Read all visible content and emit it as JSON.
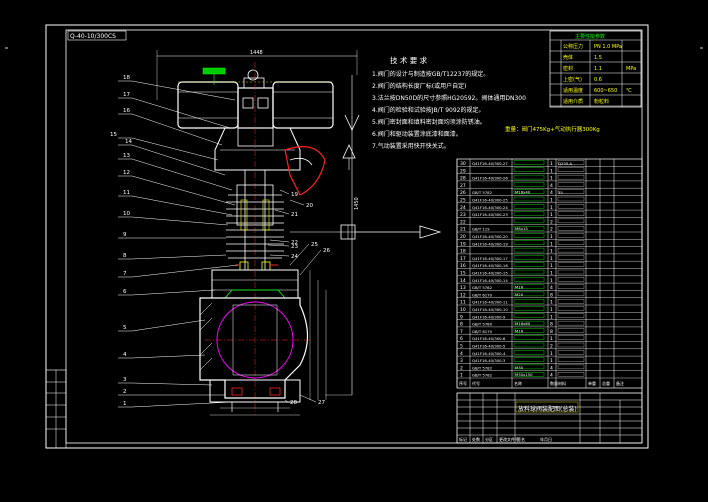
{
  "drawing": {
    "title_tag": "Q-40-10/300CS",
    "notes_title": "技 术 要 求",
    "notes": [
      "1.阀门的设计与制造按GB/T12237的规定。",
      "2.阀门的结构长度厂标(或用户自定)",
      "3.法兰按DN50D的尺寸参照HG20592。阀体通用DN300",
      "4.阀门的检验和试验按JB/T 9092的规定。",
      "5.阀门密封面和填料密封面均须涂防锈油。",
      "6.阀门和驱动装置涂底漆和面漆。",
      "7.气动装置采用快开快关式。"
    ],
    "weight_note": "重量：阀门475Kg+气动执行器300Kg",
    "dim_top": "1448",
    "dim_right": "1450"
  },
  "spec_table": {
    "title": "主要性能参数",
    "rows": [
      {
        "label": "公称压力",
        "value": "PN 1.0 MPa",
        "unit": ""
      },
      {
        "label": "壳体",
        "value": "1.5",
        "unit": ""
      },
      {
        "label": "密封",
        "value": "1.1",
        "unit": "MPa"
      },
      {
        "label": "上密(气)",
        "value": "0.6",
        "unit": ""
      },
      {
        "label": "适用温度",
        "value": "600~650",
        "unit": "℃"
      },
      {
        "label": "适用介质",
        "value": "粉粒料",
        "unit": ""
      }
    ]
  },
  "balloons": [
    "18",
    "17",
    "16",
    "15",
    "14",
    "13",
    "12",
    "11",
    "10",
    "9",
    "8",
    "7",
    "6",
    "5",
    "4",
    "3",
    "2",
    "1"
  ],
  "balloons_right": [
    "19",
    "20",
    "21",
    "22",
    "23",
    "24",
    "25",
    "26",
    "27",
    "28"
  ],
  "bom": {
    "rows": [
      {
        "no": "30",
        "code": "Q41F16-40/300-27",
        "name": "",
        "qty": "1",
        "mat": "Q235-A",
        "note": ""
      },
      {
        "no": "29",
        "code": "",
        "name": "",
        "qty": "1",
        "mat": "",
        "note": ""
      },
      {
        "no": "28",
        "code": "Q41F16-40/300-26",
        "name": "",
        "qty": "1",
        "mat": "",
        "note": ""
      },
      {
        "no": "27",
        "code": "",
        "name": "",
        "qty": "4",
        "mat": "",
        "note": ""
      },
      {
        "no": "26",
        "code": "GB/T 5782",
        "name": "M16x40",
        "qty": "4",
        "mat": "35",
        "note": ""
      },
      {
        "no": "25",
        "code": "Q41F16-40/300-25",
        "name": "",
        "qty": "1",
        "mat": "",
        "note": ""
      },
      {
        "no": "24",
        "code": "Q41F16-40/300-24",
        "name": "",
        "qty": "1",
        "mat": "",
        "note": ""
      },
      {
        "no": "23",
        "code": "Q41F16-40/300-23",
        "name": "",
        "qty": "1",
        "mat": "",
        "note": ""
      },
      {
        "no": "22",
        "code": "",
        "name": "",
        "qty": "2",
        "mat": "",
        "note": ""
      },
      {
        "no": "21",
        "code": "GB/T 119",
        "name": "M8x15",
        "qty": "2",
        "mat": "",
        "note": ""
      },
      {
        "no": "20",
        "code": "Q41F16-40/300-20",
        "name": "",
        "qty": "1",
        "mat": "",
        "note": ""
      },
      {
        "no": "19",
        "code": "Q41F16-40/300-19",
        "name": "",
        "qty": "1",
        "mat": "",
        "note": ""
      },
      {
        "no": "18",
        "code": "",
        "name": "",
        "qty": "1",
        "mat": "",
        "note": ""
      },
      {
        "no": "17",
        "code": "Q41F16-40/300-17",
        "name": "",
        "qty": "1",
        "mat": "",
        "note": ""
      },
      {
        "no": "16",
        "code": "Q41F16-40/300-16",
        "name": "",
        "qty": "1",
        "mat": "",
        "note": ""
      },
      {
        "no": "15",
        "code": "Q41F16-40/300-15",
        "name": "",
        "qty": "1",
        "mat": "",
        "note": ""
      },
      {
        "no": "14",
        "code": "Q41F16-40/300-14",
        "name": "",
        "qty": "1",
        "mat": "",
        "note": ""
      },
      {
        "no": "13",
        "code": "GB/T 5782",
        "name": "M16",
        "qty": "4",
        "mat": "",
        "note": ""
      },
      {
        "no": "12",
        "code": "GB/T 6170",
        "name": "M20",
        "qty": "8",
        "mat": "",
        "note": ""
      },
      {
        "no": "11",
        "code": "Q41F16-40/300-11",
        "name": "",
        "qty": "1",
        "mat": "",
        "note": ""
      },
      {
        "no": "10",
        "code": "Q41F16-40/300-10",
        "name": "",
        "qty": "1",
        "mat": "",
        "note": ""
      },
      {
        "no": "9",
        "code": "Q41F16-40/300-9",
        "name": "",
        "qty": "1",
        "mat": "",
        "note": ""
      },
      {
        "no": "8",
        "code": "GB/T 5780",
        "name": "M16x60",
        "qty": "8",
        "mat": "",
        "note": ""
      },
      {
        "no": "7",
        "code": "GB/T 6170",
        "name": "M16",
        "qty": "8",
        "mat": "",
        "note": ""
      },
      {
        "no": "6",
        "code": "Q41F16-40/300-6",
        "name": "",
        "qty": "1",
        "mat": "",
        "note": ""
      },
      {
        "no": "5",
        "code": "Q41F16-40/300-5",
        "name": "",
        "qty": "2",
        "mat": "",
        "note": ""
      },
      {
        "no": "4",
        "code": "Q41F16-40/300-4",
        "name": "",
        "qty": "1",
        "mat": "",
        "note": ""
      },
      {
        "no": "3",
        "code": "Q41F16-40/300-3",
        "name": "",
        "qty": "1",
        "mat": "",
        "note": ""
      },
      {
        "no": "2",
        "code": "GB/T 5782",
        "name": "M30",
        "qty": "4",
        "mat": "",
        "note": ""
      },
      {
        "no": "1",
        "code": "GB/T 5782",
        "name": "M30x150",
        "qty": "4",
        "mat": "",
        "note": ""
      }
    ],
    "header": [
      "序号",
      "代号",
      "名称",
      "数量",
      "材料",
      "单重",
      "总重",
      "备注"
    ]
  },
  "title_block": {
    "drawing_name": "放料球阀装配图(总装)",
    "labels": [
      "标记",
      "处数",
      "分区",
      "更改文件号",
      "签名",
      "年月日"
    ]
  },
  "colors": {
    "bg": "#000000",
    "frame": "#ffffff",
    "body": "#ffffff",
    "red": "#ff2020",
    "yellow": "#ffff00",
    "green": "#00ff00",
    "cyan": "#00ffff",
    "magenta": "#ff00ff",
    "orange": "#ff8000"
  }
}
